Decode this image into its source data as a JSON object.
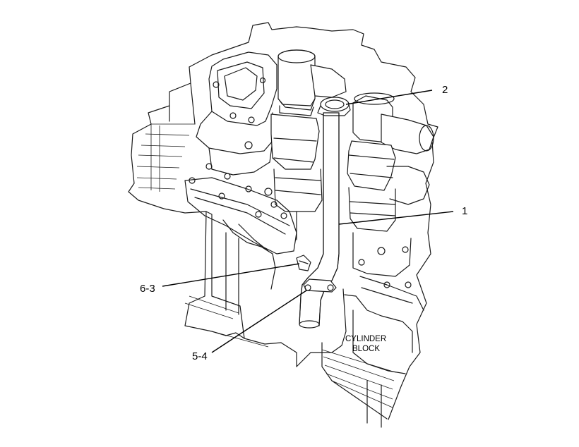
{
  "callouts": {
    "c1": "1",
    "c2": "2",
    "c63": "6-3",
    "c54": "5-4"
  },
  "block_label": {
    "line1": "CYLINDER",
    "line2": "BLOCK"
  }
}
